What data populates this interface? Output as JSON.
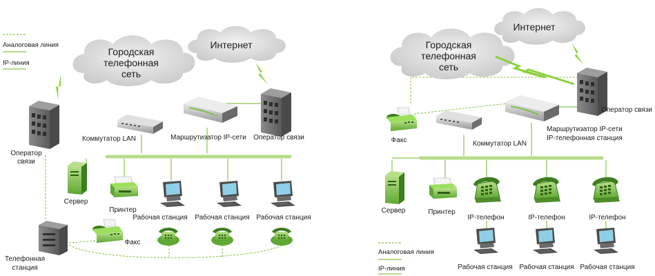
{
  "left": {
    "legend": {
      "analog": "Аналоговая линия",
      "ip": "IP-линия"
    },
    "cloud_city": {
      "line1": "Городская",
      "line2": "телефонная",
      "line3": "сеть"
    },
    "cloud_internet": "Интернет",
    "operator_left": {
      "line1": "Оператор",
      "line2": "связи"
    },
    "operator_right": "Оператор связи",
    "switch": "Коммутатор LAN",
    "router": "Маршрутизатор IP-сети",
    "server": "Сервер",
    "printer": "Принтер",
    "fax": "Факс",
    "pbx": {
      "line1": "Телефонная",
      "line2": "станция"
    },
    "workstations": [
      "Рабочая станция",
      "Рабочая станция",
      "Рабочая станция"
    ]
  },
  "right": {
    "legend": {
      "analog": "Аналоговая линия",
      "ip": "IP-линия"
    },
    "cloud_city": {
      "line1": "Городская",
      "line2": "телефонная",
      "line3": "сеть"
    },
    "cloud_internet": "Интернет",
    "operator": "Оператор связи",
    "fax": "Факс",
    "switch": "Коммутатор LAN",
    "router": {
      "line1": "Маршрутизатор IP-сети",
      "line2": "IP-телефонная станция"
    },
    "server": "Сервер",
    "printer": "Принтер",
    "ip_phones": [
      "IP-телефон",
      "IP-телефон",
      "IP-телефон"
    ],
    "workstations": [
      "Рабочая станция",
      "Рабочая станция",
      "Рабочая станция"
    ]
  },
  "colors": {
    "green_line": "#8bc34a",
    "lan_bus": "#b7dc8a",
    "building_dark": "#6a6a6a",
    "cloud": "#d8d8d8",
    "device_green": "#7cc24a"
  }
}
